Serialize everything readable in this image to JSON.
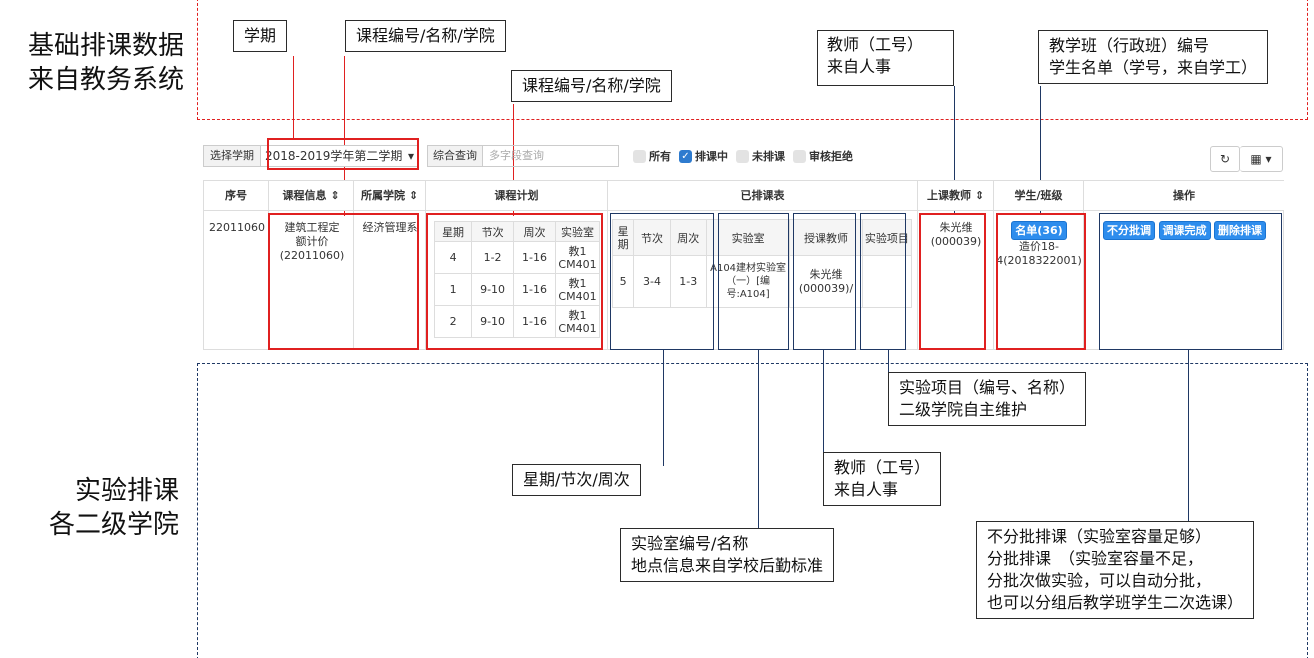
{
  "left_titles": {
    "top": [
      "基础排课数据",
      "来自教务系统"
    ],
    "bottom": [
      "实验排课",
      "各二级学院"
    ]
  },
  "callouts": {
    "term": "学期",
    "course_top": "课程编号/名称/学院",
    "course_plan": "课程编号/名称/学院",
    "teacher_top": [
      "教师（工号）",
      "来自人事"
    ],
    "class": [
      "教学班（行政班）编号",
      "学生名单（学号，来自学工）"
    ],
    "lab_project": [
      "实验项目（编号、名称）",
      "二级学院自主维护"
    ],
    "week": "星期/节次/周次",
    "teacher_bottom": [
      "教师（工号）",
      "来自人事"
    ],
    "lab_room": [
      "实验室编号/名称",
      "地点信息来自学校后勤标准"
    ],
    "ops": [
      "不分批排课（实验室容量足够）",
      "分批排课　（实验室容量不足，",
      "分批次做实验，可以自动分批，",
      "也可以分组后教学班学生二次选课）"
    ]
  },
  "toolbar": {
    "term_label": "选择学期",
    "term_value": "2018-2019学年第二学期",
    "search_label": "综合查询",
    "search_placeholder": "多字段查询",
    "filters": [
      "所有",
      "排课中",
      "未排课",
      "审核拒绝"
    ],
    "refresh_icon": "refresh-icon",
    "columns_icon": "grid-columns-icon"
  },
  "table": {
    "headers": {
      "seq": "序号",
      "course": "课程信息",
      "college": "所属学院",
      "plan": "课程计划",
      "scheduled": "已排课表",
      "teacher": "上课教师",
      "class": "学生/班级",
      "ops": "操作"
    },
    "row": {
      "seq": "22011060",
      "course": [
        "建筑工程定",
        "额计价",
        "(22011060)"
      ],
      "college": "经济管理系",
      "teacher": [
        "朱光维",
        "(000039)"
      ],
      "class_button": "名单(36)",
      "class_info": [
        "造价18-",
        "4(2018322001)"
      ],
      "op_buttons": [
        "不分批调",
        "调课完成",
        "删除排课"
      ]
    },
    "plan": {
      "headers": [
        "星期",
        "节次",
        "周次",
        "实验室"
      ],
      "rows": [
        [
          "4",
          "1-2",
          "1-16",
          "教1 CM401"
        ],
        [
          "1",
          "9-10",
          "1-16",
          "教1 CM401"
        ],
        [
          "2",
          "9-10",
          "1-16",
          "教1 CM401"
        ]
      ]
    },
    "scheduled": {
      "headers": [
        "星期",
        "节次",
        "周次",
        "实验室",
        "授课教师",
        "实验项目"
      ],
      "row": [
        "5",
        "3-4",
        "1-3",
        "A104建材实验室（一）[编号:A104]",
        "朱光维 (000039)/",
        ""
      ]
    }
  }
}
